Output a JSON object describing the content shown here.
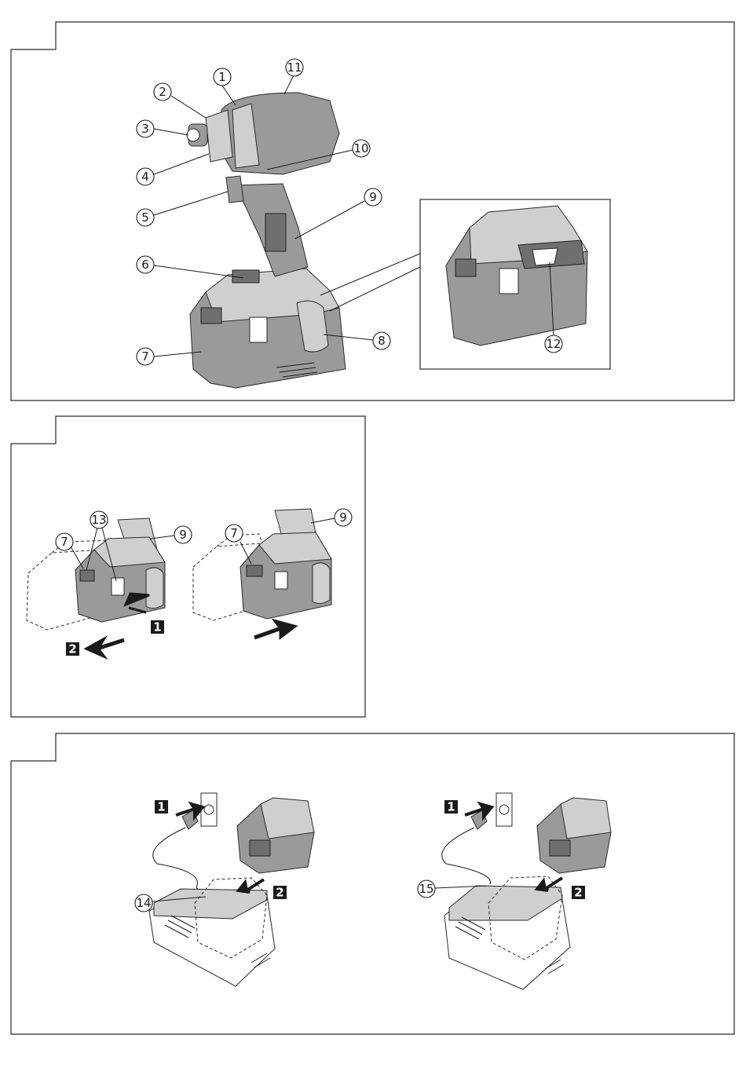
{
  "figure1": {
    "callouts": [
      "1",
      "2",
      "3",
      "4",
      "5",
      "6",
      "7",
      "8",
      "9",
      "10",
      "11",
      "12"
    ]
  },
  "figure2": {
    "callouts_left": [
      "13",
      "7",
      "9"
    ],
    "callouts_right": [
      "7",
      "9"
    ],
    "steps": [
      "1",
      "2"
    ]
  },
  "figure3": {
    "callouts": [
      "14",
      "15"
    ],
    "steps_left": [
      "1",
      "2"
    ],
    "steps_right": [
      "1",
      "2"
    ]
  }
}
